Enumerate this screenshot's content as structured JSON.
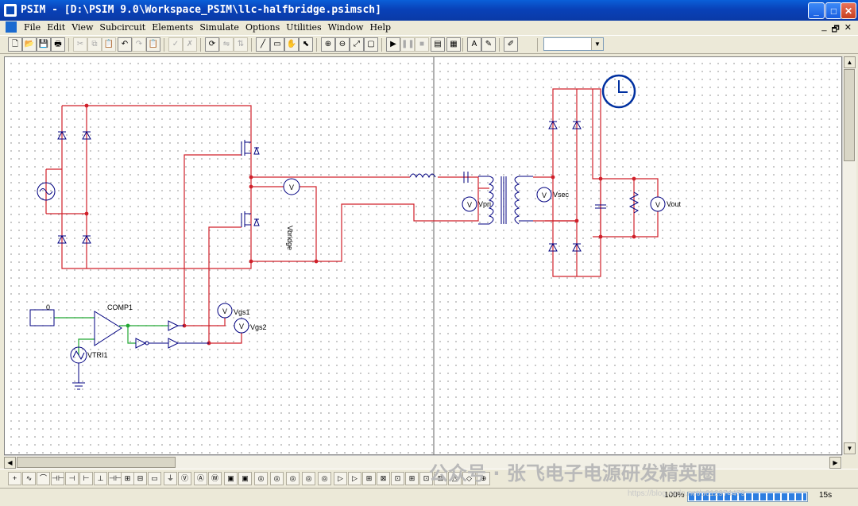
{
  "window": {
    "title": "PSIM - [D:\\PSIM 9.0\\Workspace_PSIM\\llc-halfbridge.psimsch]",
    "minimize_glyph": "_",
    "maximize_glyph": "□",
    "close_glyph": "✕"
  },
  "menu": {
    "items": [
      "File",
      "Edit",
      "View",
      "Subcircuit",
      "Elements",
      "Simulate",
      "Options",
      "Utilities",
      "Window",
      "Help"
    ],
    "mdi_controls": [
      "_",
      "🗗",
      "✕"
    ]
  },
  "toolbar": {
    "icons": [
      "new-file",
      "open-file",
      "save",
      "print",
      "cut",
      "copy",
      "paste",
      "undo",
      "redo",
      "paste-special",
      "check",
      "cancel",
      "rotate",
      "flip-h",
      "flip-v",
      "wire",
      "label",
      "pan",
      "select",
      "zoom-in",
      "zoom-out",
      "zoom-fit",
      "zoom-page",
      "run-simulation",
      "pause",
      "stop",
      "simview",
      "parameter-file",
      "text",
      "note",
      "edit-element"
    ],
    "combo_value": ""
  },
  "schematic": {
    "labels": {
      "comp": "COMP1",
      "vtri": "VTRI1",
      "vgs1": "Vgs1",
      "vgs2": "Vgs2",
      "vbridge": "Vbridge",
      "vpri": "Vpri",
      "vsec": "Vsec",
      "vout": "Vout",
      "step_zero": "0",
      "v": "V"
    },
    "colors": {
      "wire": "#d0202a",
      "control_wire": "#22a833",
      "element": "#000080"
    }
  },
  "status": {
    "zoom": "100%",
    "progress": 1.0,
    "time": "15s"
  },
  "watermark": {
    "text": "公众号 · 张飞电子电源研发精英圈",
    "url": "https://blog.csdn.net/u012974479"
  }
}
